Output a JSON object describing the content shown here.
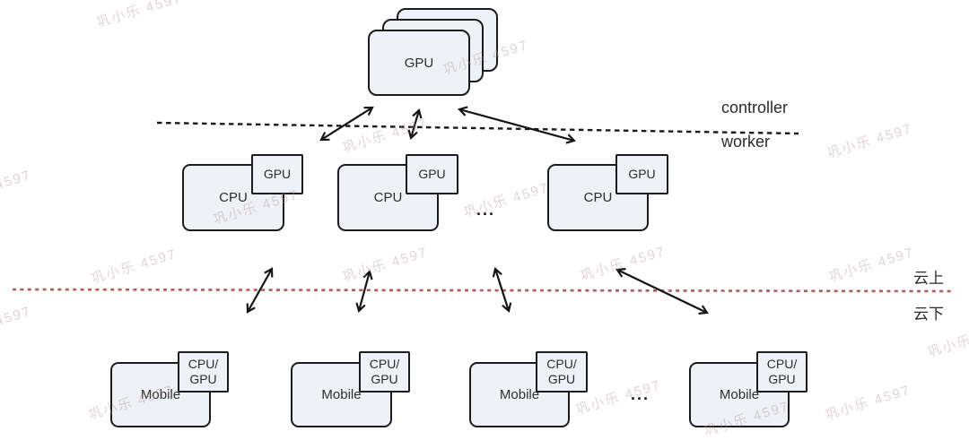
{
  "watermark": {
    "text": "巩小乐 4597"
  },
  "colors": {
    "box_fill": "#eff1f9",
    "box_border": "#1b1b1b",
    "divider_black": "#1a1a1a",
    "divider_red": "#b05c58",
    "text": "#2d2d2d",
    "watermark": "#b29494"
  },
  "gpu_stack": {
    "label": "GPU",
    "card_count": 3
  },
  "divider_top": {
    "label_above": "controller",
    "label_below": "worker"
  },
  "divider_bottom": {
    "label_above": "云上",
    "label_below": "云下"
  },
  "workers": {
    "ellipsis": "...",
    "items": [
      {
        "label": "CPU",
        "chip": "GPU"
      },
      {
        "label": "CPU",
        "chip": "GPU"
      },
      {
        "label": "CPU",
        "chip": "GPU"
      }
    ]
  },
  "devices": {
    "ellipsis": "...",
    "items": [
      {
        "label": "Mobile",
        "chip_line1": "CPU/",
        "chip_line2": "GPU"
      },
      {
        "label": "Mobile",
        "chip_line1": "CPU/",
        "chip_line2": "GPU"
      },
      {
        "label": "Mobile",
        "chip_line1": "CPU/",
        "chip_line2": "GPU"
      },
      {
        "label": "Mobile",
        "chip_line1": "CPU/",
        "chip_line2": "GPU"
      }
    ]
  }
}
